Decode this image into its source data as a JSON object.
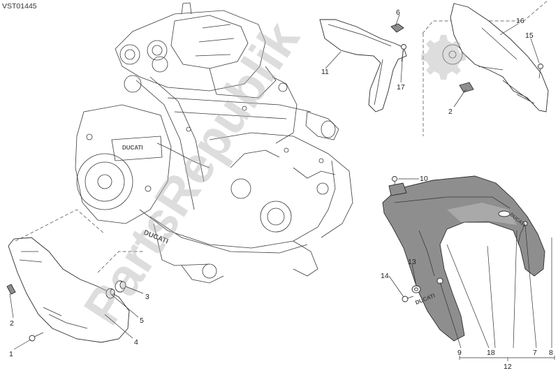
{
  "diagram": {
    "code": "VST01445",
    "watermark": "PartsRepublik",
    "callouts": [
      {
        "id": "c1",
        "label": "1"
      },
      {
        "id": "c2a",
        "label": "2"
      },
      {
        "id": "c3",
        "label": "3"
      },
      {
        "id": "c4",
        "label": "4"
      },
      {
        "id": "c5",
        "label": "5"
      },
      {
        "id": "c6",
        "label": "6"
      },
      {
        "id": "c11",
        "label": "11"
      },
      {
        "id": "c17",
        "label": "17"
      },
      {
        "id": "c16",
        "label": "16"
      },
      {
        "id": "c15",
        "label": "15"
      },
      {
        "id": "c2b",
        "label": "2"
      },
      {
        "id": "c10",
        "label": "10"
      },
      {
        "id": "c13",
        "label": "13"
      },
      {
        "id": "c14",
        "label": "14"
      },
      {
        "id": "c9",
        "label": "9"
      },
      {
        "id": "c18",
        "label": "18"
      },
      {
        "id": "c7",
        "label": "7"
      },
      {
        "id": "c8",
        "label": "8"
      },
      {
        "id": "c12",
        "label": "12"
      }
    ]
  }
}
